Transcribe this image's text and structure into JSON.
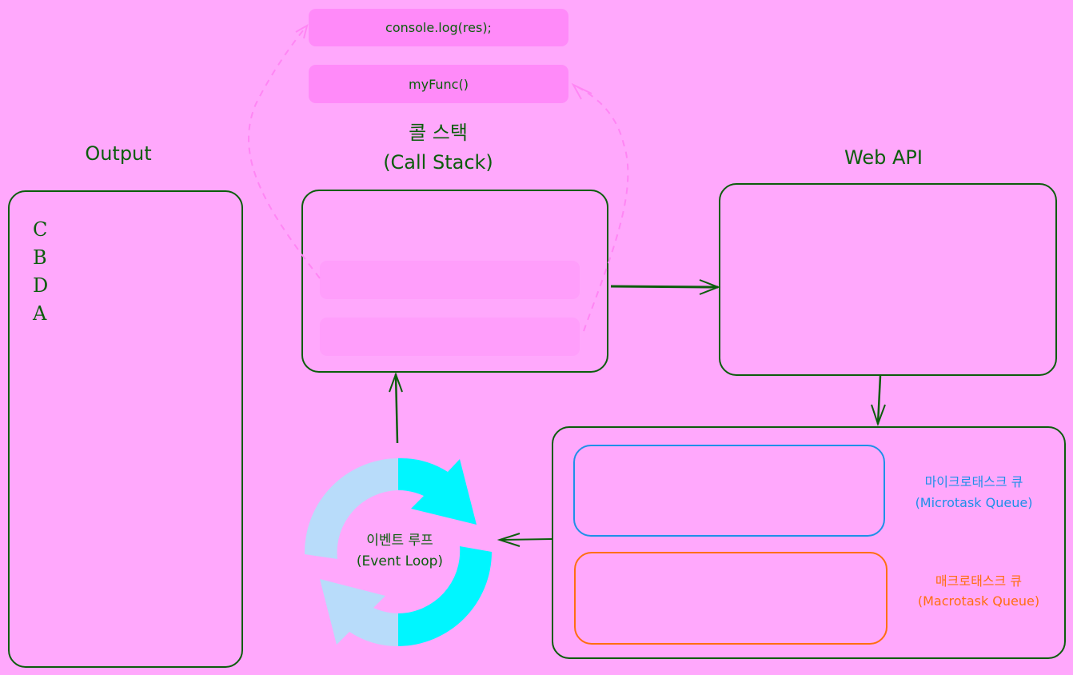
{
  "colors": {
    "background": "#ffa8fc",
    "stroke": "#0b5d0b",
    "stack_frame": "#ff8af9",
    "microtask": "#1e90e8",
    "macrotask": "#ff6e10",
    "loop_light": "#b8dcfa",
    "loop_cyan": "#00f6ff"
  },
  "floating_frames": [
    {
      "label": "console.log(res);"
    },
    {
      "label": "myFunc()"
    }
  ],
  "output": {
    "title": "Output",
    "lines": [
      "C",
      "B",
      "D",
      "A"
    ]
  },
  "call_stack": {
    "title_ko": "콜 스택",
    "title_en": "(Call Stack)"
  },
  "web_api": {
    "title": "Web API"
  },
  "event_loop": {
    "title_ko": "이벤트 루프",
    "title_en": "(Event Loop)"
  },
  "microtask_queue": {
    "title_ko": "마이크로태스크 큐",
    "title_en": "(Microtask Queue)"
  },
  "macrotask_queue": {
    "title_ko": "매크로태스크 큐",
    "title_en": "(Macrotask Queue)"
  }
}
